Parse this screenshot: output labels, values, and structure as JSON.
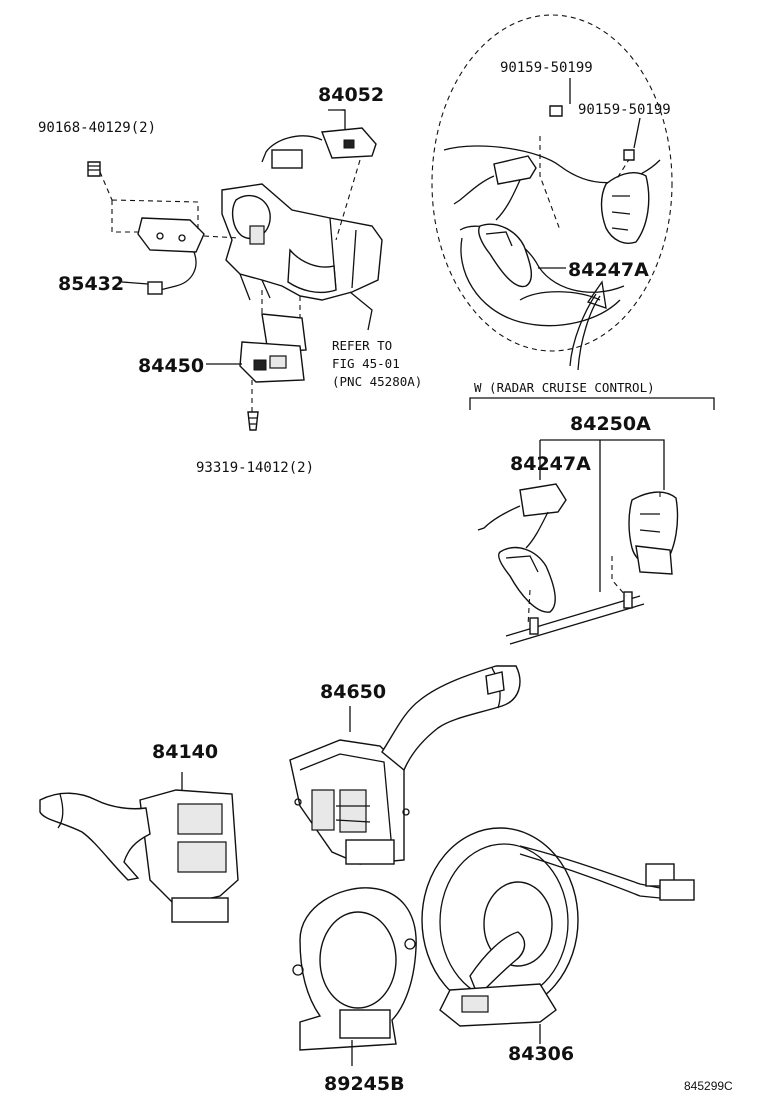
{
  "labels": {
    "screw_90168": "90168-40129(2)",
    "switch_84052": "84052",
    "sensor_85432": "85432",
    "switch_84450": "84450",
    "refer_line1": "REFER   TO",
    "refer_line2": "FIG 45-01",
    "refer_line3": "(PNC 45280A)",
    "screw_93319": "93319-14012(2)",
    "screw_90159_a": "90159-50199",
    "screw_90159_b": "90159-50199",
    "switch_84247A_wheel": "84247A",
    "radar_note": "W (RADAR CRUISE CONTROL)",
    "harness_84250A": "84250A",
    "switch_84247A_kit": "84247A",
    "switch_84650": "84650",
    "switch_84140": "84140",
    "cable_89245B": "89245B",
    "cable_84306": "84306",
    "figure_id": "845299C"
  }
}
